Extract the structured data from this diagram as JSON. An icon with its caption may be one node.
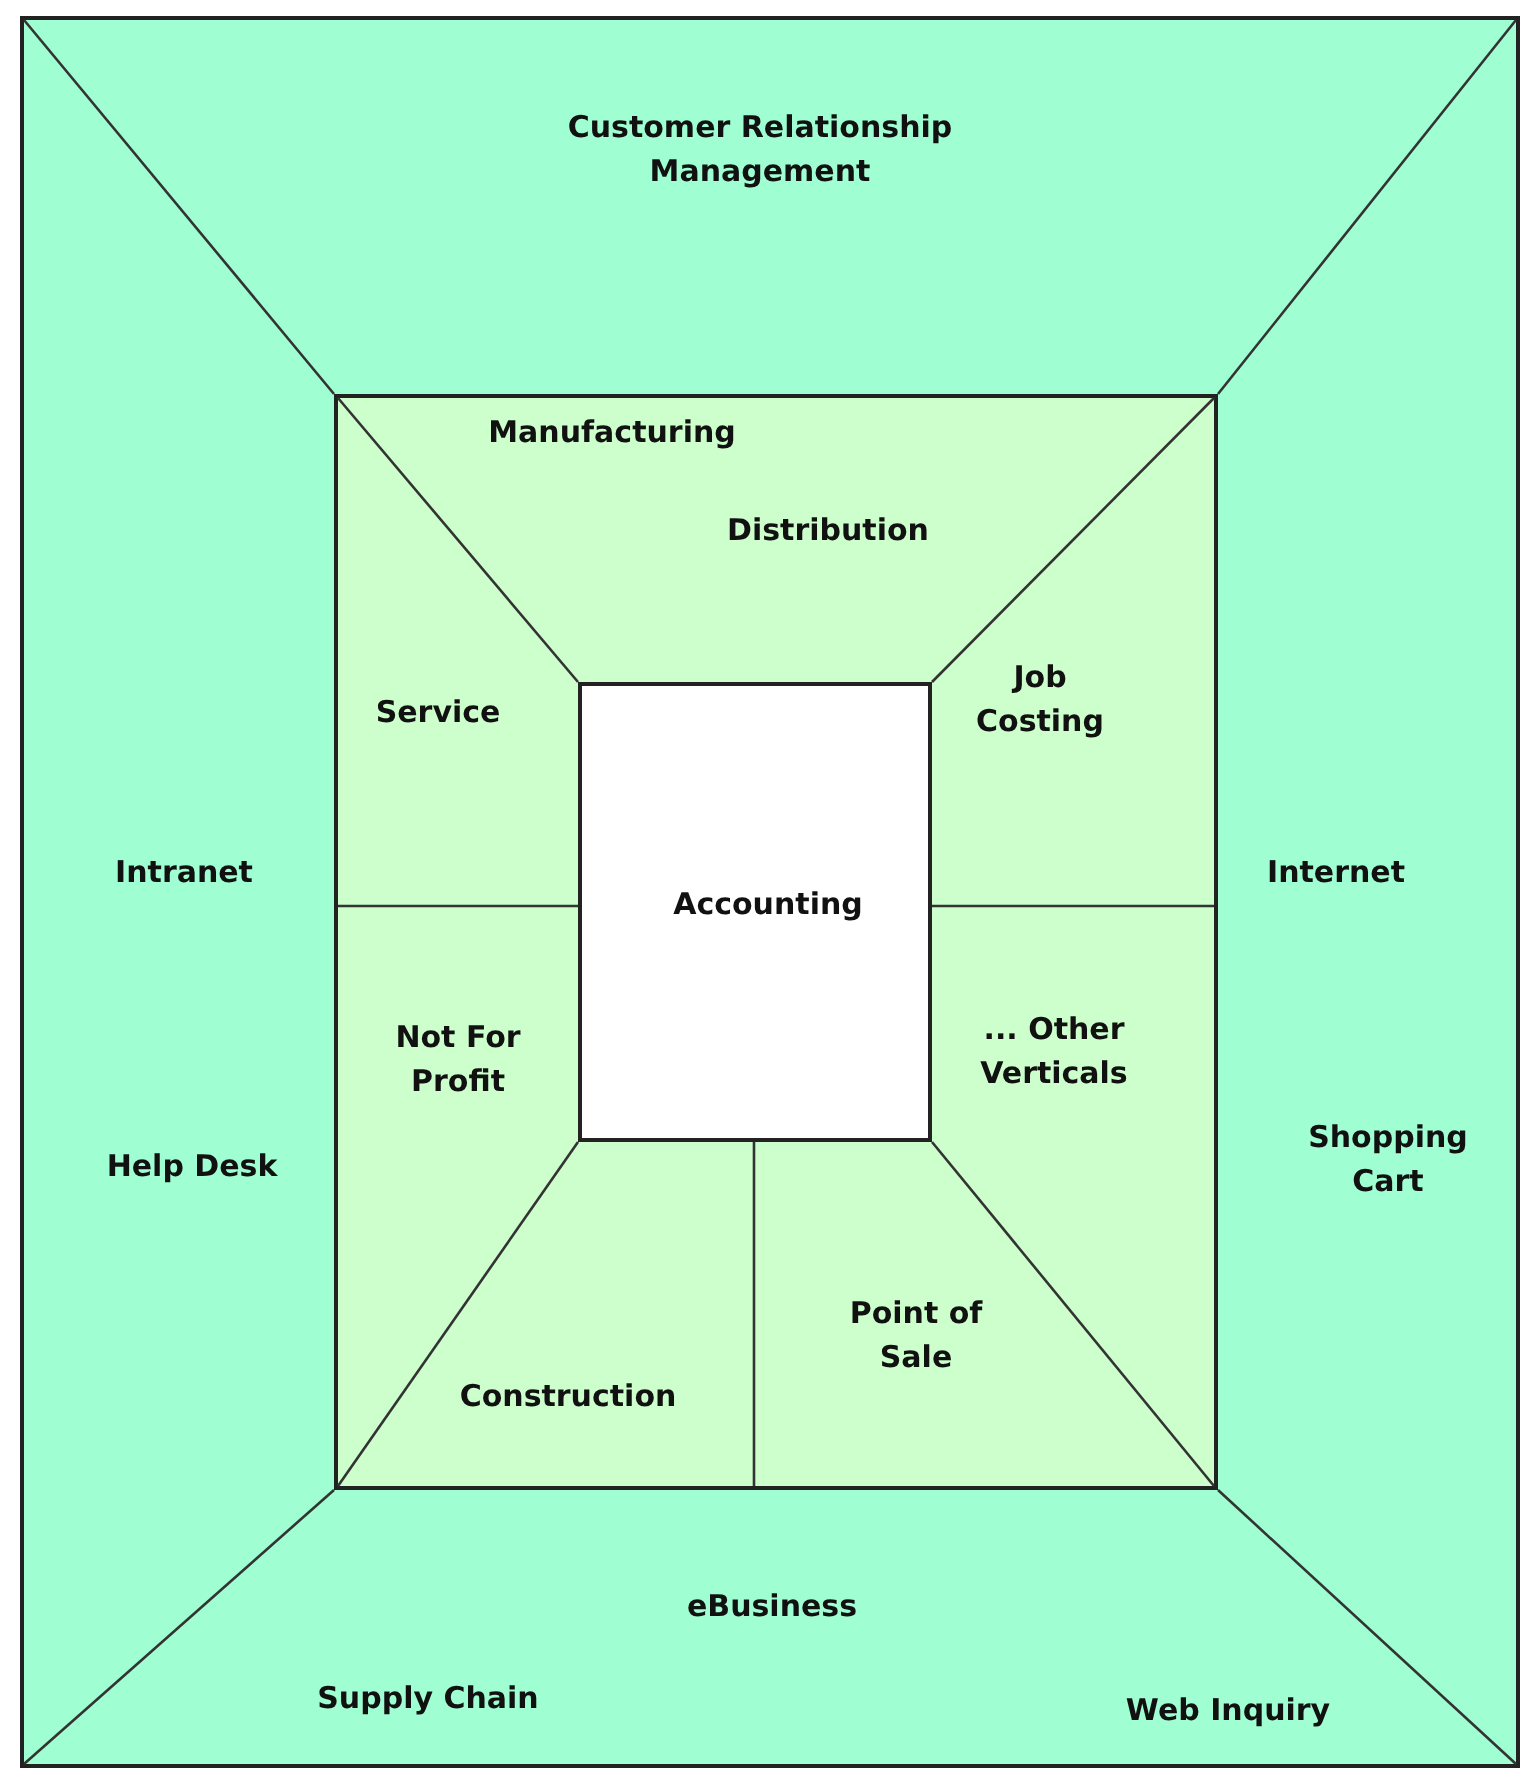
{
  "diagram": {
    "nodes": [
      {
        "text": [
          "Customer Relationship Management",
          "Intranet",
          "Help Desk",
          "Internet",
          "Shopping Cart",
          "eBusiness",
          "Supply Chain",
          "Web Inquiry"
        ]
      },
      {
        "text": [
          "Manufacturing",
          "Distribution",
          "Service",
          "Job Costing",
          "Not For Profit",
          "... Other Verticals",
          "Construction",
          "Point of Sale"
        ],
        "in": 0
      },
      {
        "text": [
          "Accounting"
        ],
        "in": 1
      }
    ]
  }
}
